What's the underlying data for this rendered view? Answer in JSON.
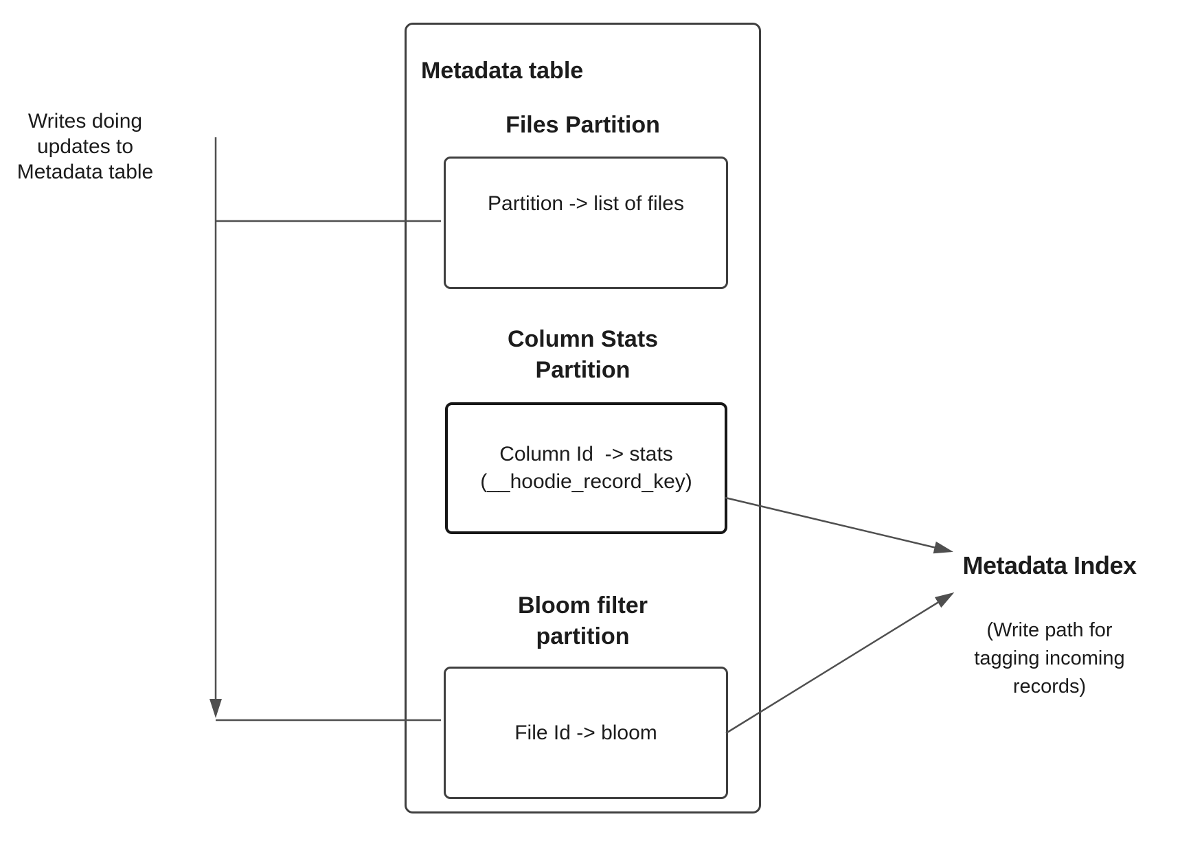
{
  "left_note": {
    "lines": [
      "Writes doing",
      "updates to",
      "Metadata table"
    ]
  },
  "metadata_table": {
    "title": "Metadata table",
    "files_partition": {
      "heading": "Files Partition",
      "body": "Partition -> list of files"
    },
    "column_stats_partition": {
      "heading_lines": [
        "Column Stats",
        "Partition"
      ],
      "body_lines": [
        "Column Id  -> stats",
        "(__hoodie_record_key)"
      ]
    },
    "bloom_filter_partition": {
      "heading_lines": [
        "Bloom filter",
        "partition"
      ],
      "body": "File Id -> bloom"
    }
  },
  "metadata_index": {
    "title": "Metadata Index",
    "subtitle_lines": [
      "(Write path for",
      "tagging incoming",
      "records)"
    ]
  },
  "colors": {
    "box_border": "#3f3f3f",
    "emphasis_border": "#161616",
    "connector": "#4f4f4f",
    "text": "#1c1c1c",
    "background": "#ffffff"
  }
}
